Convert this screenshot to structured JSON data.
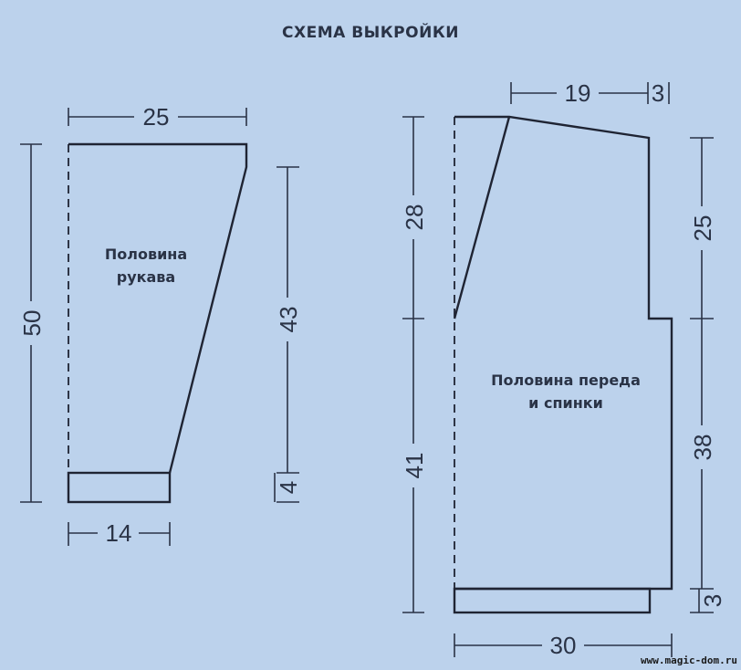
{
  "title": "СХЕМА ВЫКРОЙКИ",
  "sleeve": {
    "label_line1": "Половина",
    "label_line2": "рукава",
    "dims": {
      "top_width": "25",
      "bottom_width": "14",
      "total_height": "50",
      "taper_height": "43",
      "cuff_height": "4"
    }
  },
  "body": {
    "label_line1": "Половина переда",
    "label_line2": "и спинки",
    "dims": {
      "shoulder": "19",
      "neck_offset": "3",
      "neck_depth": "28",
      "lower_left": "41",
      "armhole": "25",
      "side": "38",
      "hem_height": "3",
      "bottom_width": "30"
    }
  },
  "watermark": "www.magic-dom.ru"
}
